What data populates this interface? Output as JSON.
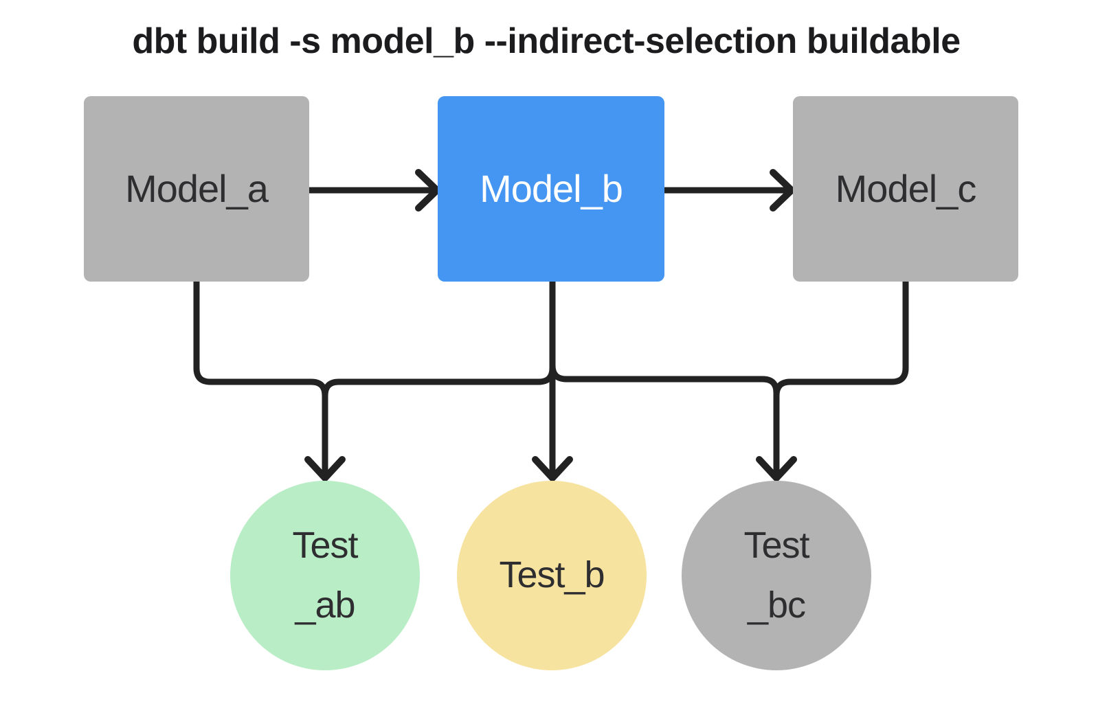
{
  "title": "dbt build -s model_b --indirect-selection buildable",
  "colors": {
    "background": "#ffffff",
    "edge": "#222222",
    "selected_model": "#4496f2",
    "unselected_gray": "#b3b3b3",
    "test_green": "#b9edc6",
    "test_yellow": "#f7e3a0",
    "title_text": "#1c1c1e",
    "label_dark": "#2e2e30",
    "label_light": "#ffffff"
  },
  "nodes": {
    "model_a": {
      "label": "Model_a",
      "shape": "rectangle",
      "fill": "#b3b3b3"
    },
    "model_b": {
      "label": "Model_b",
      "shape": "rectangle",
      "fill": "#4496f2"
    },
    "model_c": {
      "label": "Model_c",
      "shape": "rectangle",
      "fill": "#b3b3b3"
    },
    "test_ab": {
      "line1": "Test",
      "line2": "_ab",
      "shape": "circle",
      "fill": "#b9edc6"
    },
    "test_b": {
      "label": "Test_b",
      "shape": "circle",
      "fill": "#f7e3a0"
    },
    "test_bc": {
      "line1": "Test",
      "line2": "_bc",
      "shape": "circle",
      "fill": "#b3b3b3"
    }
  },
  "edges": [
    {
      "from": "Model_a",
      "to": "Model_b"
    },
    {
      "from": "Model_b",
      "to": "Model_c"
    },
    {
      "from": "Model_a",
      "to": "Test_ab"
    },
    {
      "from": "Model_b",
      "to": "Test_ab"
    },
    {
      "from": "Model_b",
      "to": "Test_b"
    },
    {
      "from": "Model_b",
      "to": "Test_bc"
    },
    {
      "from": "Model_c",
      "to": "Test_bc"
    }
  ]
}
